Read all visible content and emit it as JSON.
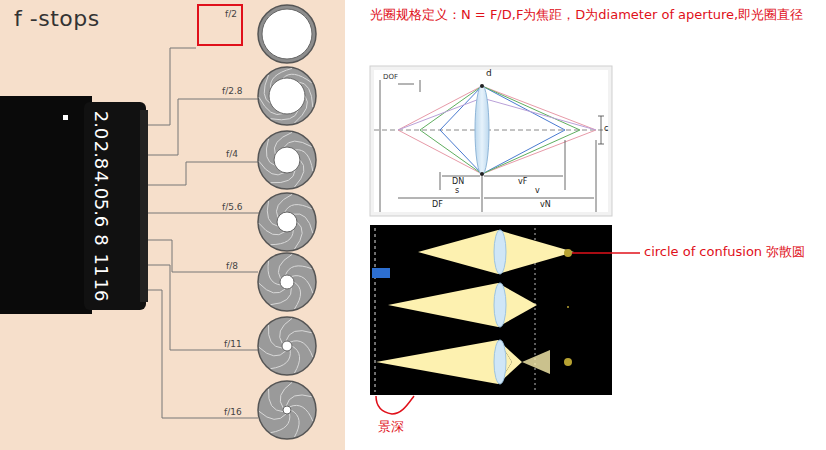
{
  "diagram": {
    "nodes": [
      {
        "text": [
          "f/2"
        ]
      }
    ],
    "labels": [
      "f -stops",
      "2.0",
      "2.8",
      "4.0",
      "5.6",
      "8",
      "11",
      "16",
      "f/2.8",
      "f/4",
      "f/5.6",
      "f/8",
      "f/11",
      "f/16",
      "光圈规格定义：N = F/D,F为焦距，D为diameter of aperture,即光圈直径",
      "DOF",
      "d",
      "c",
      "DN",
      "vF",
      "s",
      "v",
      "DF",
      "vN",
      "circle of confusion 弥散圆",
      "景深"
    ]
  }
}
